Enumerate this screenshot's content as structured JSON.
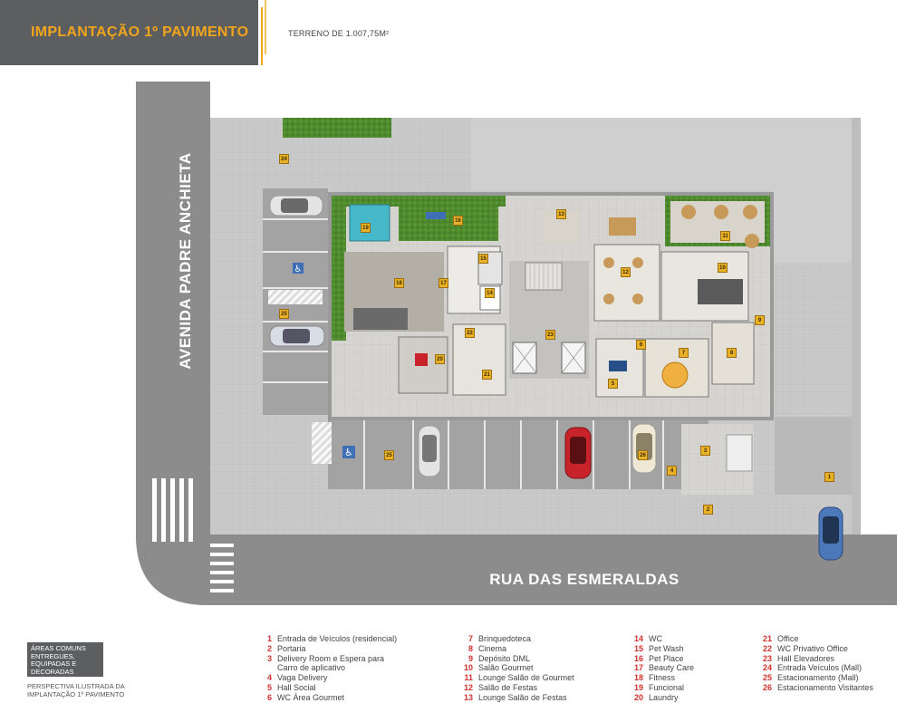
{
  "header": {
    "title": "IMPLANTAÇÃO 1º PAVIMENTO",
    "terreno": "TERRENO DE 1.007,75M²"
  },
  "streets": {
    "vertical": "AVENIDA PADRE ANCHIETA",
    "horizontal": "RUA DAS ESMERALDAS"
  },
  "badge": "ÁREAS COMUNS ENTREGUES, EQUIPADAS E DECORADAS",
  "perspectiva": "PERSPECTIVA ILUSTRADA DA IMPLANTAÇÃO 1º PAVIMENTO",
  "legend": [
    {
      "num": "1",
      "label": "Entrada de Veículos (residencial)"
    },
    {
      "num": "2",
      "label": "Portaria"
    },
    {
      "num": "3",
      "label": "Delivery Room e Espera para"
    },
    {
      "num": "",
      "label": "Carro de aplicativo"
    },
    {
      "num": "4",
      "label": "Vaga Delivery"
    },
    {
      "num": "5",
      "label": "Hall Social"
    },
    {
      "num": "6",
      "label": "WC Área Gourmet"
    },
    {
      "num": "7",
      "label": "Brinquedoteca"
    },
    {
      "num": "8",
      "label": "Cinema"
    },
    {
      "num": "9",
      "label": "Depósito DML"
    },
    {
      "num": "10",
      "label": "Salão Gourmet"
    },
    {
      "num": "11",
      "label": "Lounge Salão de Gourmet"
    },
    {
      "num": "12",
      "label": "Salão de Festas"
    },
    {
      "num": "13",
      "label": "Lounge Salão de Festas"
    },
    {
      "num": "14",
      "label": "WC"
    },
    {
      "num": "15",
      "label": "Pet Wash"
    },
    {
      "num": "16",
      "label": "Pet Place"
    },
    {
      "num": "17",
      "label": "Beauty Care"
    },
    {
      "num": "18",
      "label": "Fitness"
    },
    {
      "num": "19",
      "label": "Funcional"
    },
    {
      "num": "20",
      "label": "Laundry"
    },
    {
      "num": "21",
      "label": "Office"
    },
    {
      "num": "22",
      "label": "WC Privativo Office"
    },
    {
      "num": "23",
      "label": "Hall Elevadores"
    },
    {
      "num": "24",
      "label": "Entrada Veículos (Mall)"
    },
    {
      "num": "25",
      "label": "Estacionamento (Mall)"
    },
    {
      "num": "26",
      "label": "Estacionamento Visitantes"
    }
  ],
  "markers": [
    "1",
    "2",
    "3",
    "4",
    "5",
    "6",
    "7",
    "8",
    "9",
    "10",
    "11",
    "12",
    "13",
    "14",
    "15",
    "16",
    "17",
    "18",
    "19",
    "20",
    "21",
    "22",
    "23",
    "24",
    "25",
    "25",
    "26"
  ],
  "colors": {
    "accent": "#f0a51c",
    "header_bg": "#5d5e60",
    "legend_number": "#d0312d",
    "road": "#8a8a8a",
    "car_red": "#c8232a",
    "car_blue": "#4a78b8"
  }
}
